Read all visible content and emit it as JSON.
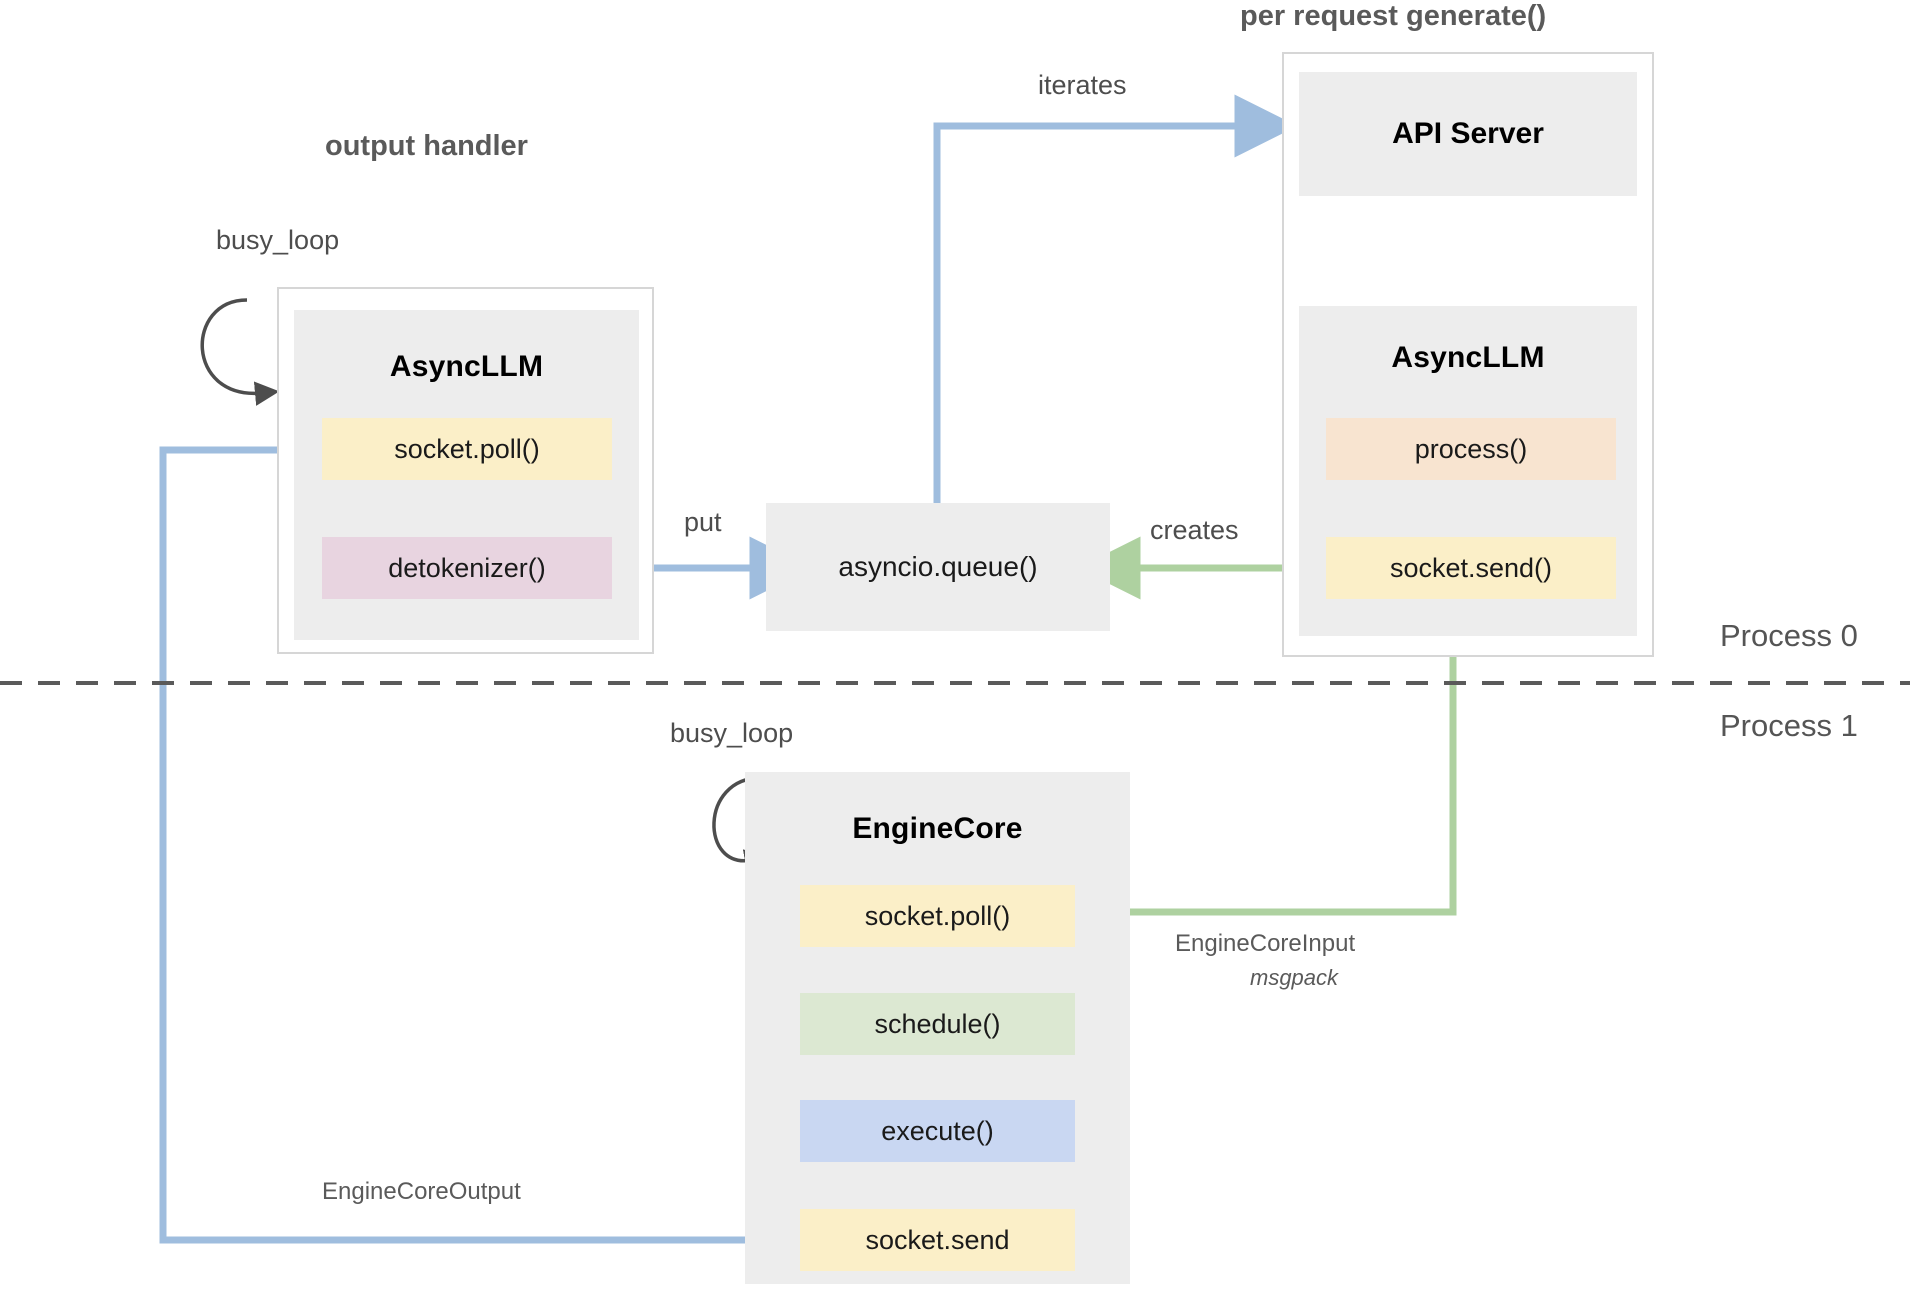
{
  "diagram": {
    "title_hidden": "vLLM v1 async engine architecture",
    "sections": {
      "output_handler": "output handler",
      "per_request": "per request generate()"
    },
    "process_labels": {
      "top": "Process 0",
      "bottom": "Process 1"
    },
    "output_handler_group": {
      "name": "AsyncLLM",
      "busy_loop_label": "busy_loop",
      "chips": [
        {
          "label": "socket.poll()",
          "color": "#FBEFC8"
        },
        {
          "label": "detokenizer()",
          "color": "#E8D4E0"
        }
      ]
    },
    "queue_box": {
      "label": "asyncio.queue()"
    },
    "api_server_group": {
      "name": "API Server"
    },
    "request_async_llm_group": {
      "name": "AsyncLLM",
      "chips": [
        {
          "label": "process()",
          "color": "#F8E4D0"
        },
        {
          "label": "socket.send()",
          "color": "#FBEFC8"
        }
      ]
    },
    "engine_core_group": {
      "name": "EngineCore",
      "busy_loop_label": "busy_loop",
      "chips": [
        {
          "label": "socket.poll()",
          "color": "#FBEFC8"
        },
        {
          "label": "schedule()",
          "color": "#DCE8D2"
        },
        {
          "label": "execute()",
          "color": "#C9D7F2"
        },
        {
          "label": "socket.send",
          "color": "#FBEFC8"
        }
      ]
    },
    "edges": [
      {
        "id": "iterates",
        "label": "iterates",
        "color": "#9FBDDE"
      },
      {
        "id": "put",
        "label": "put",
        "color": "#9FBDDE"
      },
      {
        "id": "creates",
        "label": "creates",
        "color": "#AED1A0"
      },
      {
        "id": "engine-core-input",
        "label": "EngineCoreInput",
        "sublabel": "msgpack",
        "color": "#AED1A0"
      },
      {
        "id": "engine-core-output",
        "label": "EngineCoreOutput",
        "color": "#9FBDDE"
      },
      {
        "id": "api-to-asyncllm",
        "label": "",
        "color": "#AED1A0"
      }
    ],
    "colors": {
      "blue_arrow": "#9FBDDE",
      "green_arrow": "#AED1A0",
      "loop_arrow": "#4d4d4d",
      "group_bg": "#ededed",
      "frame_border": "#d6d6d6",
      "divider": "#5a5a5a"
    }
  }
}
